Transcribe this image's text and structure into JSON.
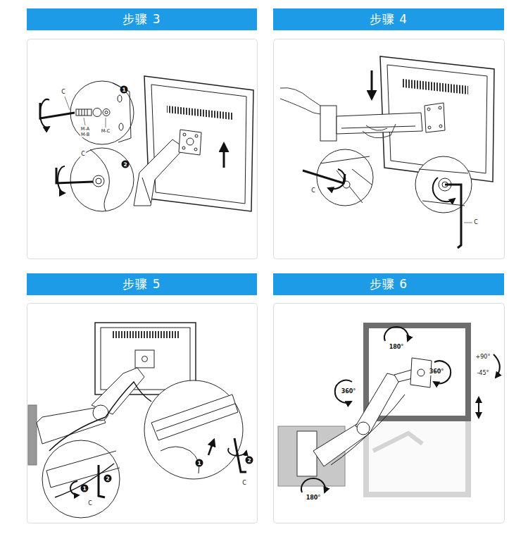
{
  "diagram": {
    "nodes": [
      {
        "text": [
          "步骤 3"
        ]
      },
      {
        "text": [
          "步骤 4"
        ]
      },
      {
        "text": [
          "步骤 5"
        ]
      },
      {
        "text": [
          "步骤 6"
        ]
      }
    ],
    "labels": [
      "C",
      "M-A",
      "M-B",
      "M-C",
      "1",
      "C",
      "2",
      "C",
      "C",
      "1",
      "2",
      "C",
      "1",
      "2",
      "C",
      "180°",
      "360°",
      "+90°",
      "-45°",
      "360°",
      "180°"
    ]
  }
}
